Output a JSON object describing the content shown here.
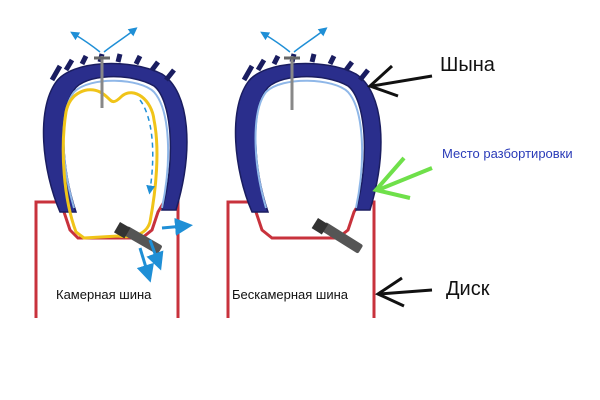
{
  "captions": {
    "tube": "Камерная шина",
    "tubeless": "Бескамерная шина"
  },
  "callouts": {
    "tire": "Шына",
    "bead_seat": "Место разбортировки",
    "rim": "Диск"
  },
  "colors": {
    "tire_dark": "#2a2e8c",
    "tire_mid": "#3a44b8",
    "liner": "#8fb7e8",
    "tube": "#f0c419",
    "rim": "#c8323c",
    "air": "#1f8fd6",
    "callout_black": "#111111",
    "callout_green": "#6fe04a",
    "callout_blue_text": "#2a3bb8",
    "valve": "#555555"
  },
  "icons": {
    "nail": "nail-icon",
    "valve": "valve-icon",
    "arrow": "arrow-left-icon"
  }
}
